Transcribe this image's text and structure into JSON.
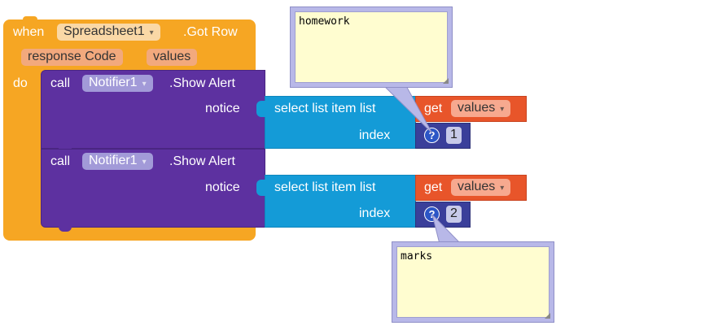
{
  "event": {
    "when_label": "when",
    "component": "Spreadsheet1",
    "event_name": ".Got Row",
    "params": [
      "response Code",
      "values"
    ],
    "do_label": "do"
  },
  "calls": [
    {
      "call_label": "call",
      "component": "Notifier1",
      "method": ".Show Alert",
      "arg_label": "notice",
      "list_block": {
        "label": "select list item  list",
        "index_label": "index"
      },
      "get_block": {
        "label": "get",
        "var": "values"
      },
      "index_value": "1",
      "comment": "homework"
    },
    {
      "call_label": "call",
      "component": "Notifier1",
      "method": ".Show Alert",
      "arg_label": "notice",
      "list_block": {
        "label": "select list item  list",
        "index_label": "index"
      },
      "get_block": {
        "label": "get",
        "var": "values"
      },
      "index_value": "2",
      "comment": "marks"
    }
  ],
  "icons": {
    "question": "?",
    "dropdown": "▾"
  },
  "colors": {
    "event": "#f6a623",
    "procedure": "#5d31a0",
    "list": "#149bd7",
    "get": "#e8552a",
    "number": "#3a3f9a",
    "comment_bg": "#fffdd0"
  }
}
